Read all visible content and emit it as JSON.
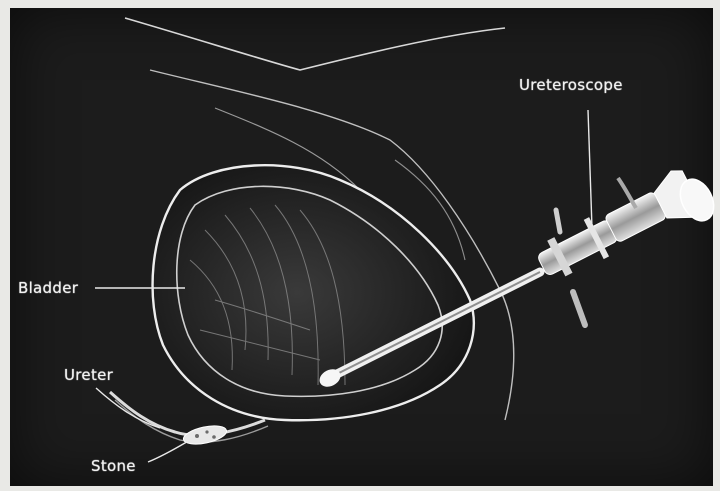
{
  "figure": {
    "labels": {
      "ureteroscope": "Ureteroscope",
      "bladder": "Bladder",
      "ureter": "Ureter",
      "stone": "Stone"
    },
    "colors": {
      "background": "#1c1c1c",
      "line": "#e8e8e8",
      "page": "#e9e9e6"
    }
  }
}
